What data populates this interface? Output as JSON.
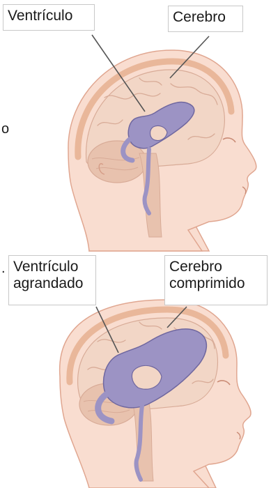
{
  "panel_top": {
    "label_ventricle": "Ventrículo",
    "label_brain": "Cerebro",
    "edge_fragment": "o"
  },
  "panel_bottom": {
    "label_ventricle_line1": "Ventrículo",
    "label_ventricle_line2": "agrandado",
    "label_brain_line1": "Cerebro",
    "label_brain_line2": "comprimido",
    "edge_fragment": "."
  },
  "colors": {
    "skin_fill": "#f9ddd0",
    "skin_outline": "#e0a690",
    "skull_band": "#e9b79a",
    "brain_fill": "#f2d6c6",
    "brain_folds": "#d8ab97",
    "cerebellum": "#e8c2ae",
    "ventricle_fill": "#9c93c4",
    "ventricle_outline": "#6f679f",
    "leader_line": "#555555"
  }
}
